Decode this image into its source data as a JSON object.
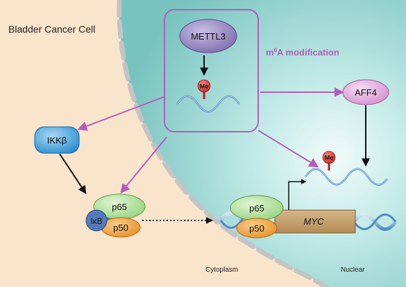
{
  "cell_label": "Bladder Cancer Cell",
  "modification": {
    "prefix": "m",
    "superscript": "6",
    "rest": "A modification"
  },
  "nodes": {
    "mettl3": "METTL3",
    "aff4": "AFF4",
    "ikkb": "IKKβ",
    "ikb": "IκB",
    "p65_cyto": "p65",
    "p50_cyto": "p50",
    "p65_nuc": "p65",
    "p50_nuc": "p50",
    "myc": "MYC",
    "me_top": "Me",
    "me_right": "Me"
  },
  "compartments": {
    "cytoplasm": "Cytoplasm",
    "nuclear": "Nuclear"
  },
  "colors": {
    "cytoplasm_bg": "#f9e5cc",
    "nucleus_bg": "#8ed0cc",
    "membrane": "#c4c4c4",
    "arrow_magenta": "#b15fb8",
    "mettl3_fill": "#7f6fae",
    "aff4_fill": "#dd9ed6",
    "ikkb_fill": "#2b96d8",
    "p65_fill": "#9fd88a",
    "p50_fill": "#ef9b33",
    "ikb_fill": "#4670b4",
    "myc_fill": "#c29e6a",
    "me_fill": "#d8262a",
    "dna_blue": "#5fa7d6"
  }
}
